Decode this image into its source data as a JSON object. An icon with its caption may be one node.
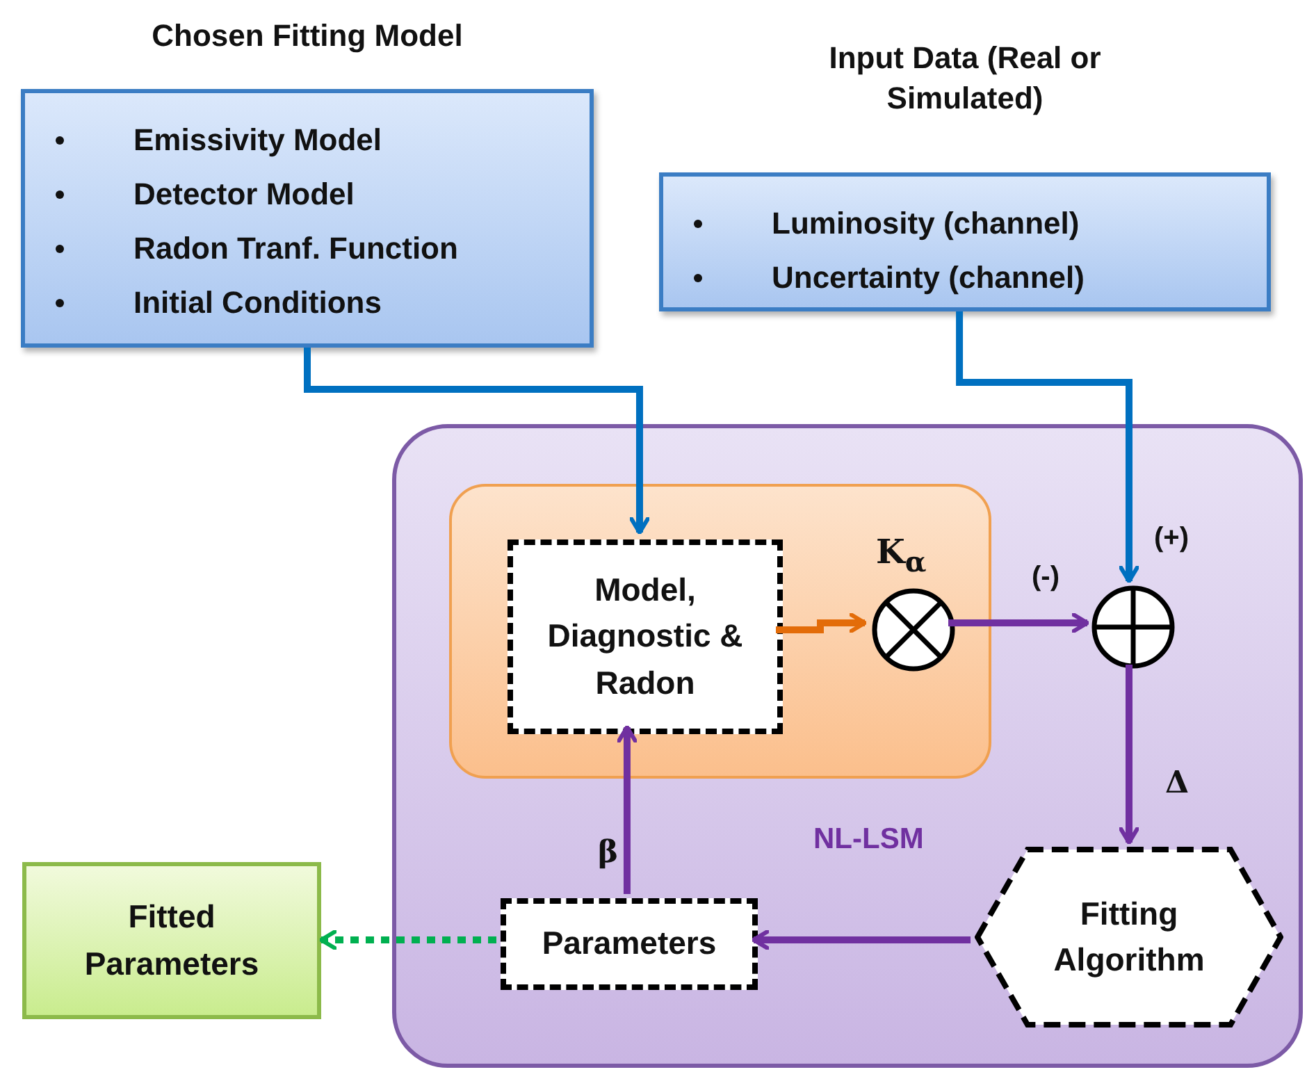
{
  "diagram": {
    "nodes": [
      {
        "text": [
          "Chosen Fitting Model",
          "Emissivity Model",
          "Detector Model",
          "Radon Tranf. Function",
          "Initial Conditions"
        ]
      },
      {
        "text": [
          "Input Data (Real or Simulated)",
          "Luminosity (channel)",
          "Uncertainty (channel)"
        ]
      },
      {
        "text": [
          "NL-LSM"
        ]
      },
      {
        "text": [],
        "shape": "box",
        "in": 2
      },
      {
        "text": [
          "Model, Diagnostic & Radon"
        ],
        "in": 3
      },
      {
        "text": [],
        "shape": "circle",
        "in": 3,
        "beside": [
          "K$_{α}$"
        ]
      },
      {
        "text": [],
        "shape": "circle",
        "in": 2,
        "beside": [
          "(-)",
          "(+)"
        ]
      },
      {
        "text": [
          "Fitting Algorithm"
        ],
        "in": 2
      },
      {
        "text": [
          "Parameters"
        ],
        "in": 2
      },
      {
        "text": [
          "Fitted Parameters"
        ]
      }
    ],
    "edges": [
      {
        "from": 0,
        "to": 4,
        "arrow": "to",
        "color": "#0070c0"
      },
      {
        "from": 1,
        "to": 6,
        "arrow": "to",
        "color": "#0070c0"
      },
      {
        "from": 4,
        "to": 5,
        "arrow": "to",
        "color": "#e36c09"
      },
      {
        "from": 5,
        "to": 6,
        "arrow": "to"
      },
      {
        "from": 6,
        "to": 7,
        "arrow": "to",
        "label": "Δ"
      },
      {
        "from": 7,
        "to": 8,
        "arrow": "to"
      },
      {
        "from": 8,
        "to": 4,
        "arrow": "to",
        "label": "β"
      },
      {
        "from": 8,
        "to": 9,
        "arrow": "to",
        "style": "dashed",
        "color": "#00b050"
      }
    ]
  }
}
